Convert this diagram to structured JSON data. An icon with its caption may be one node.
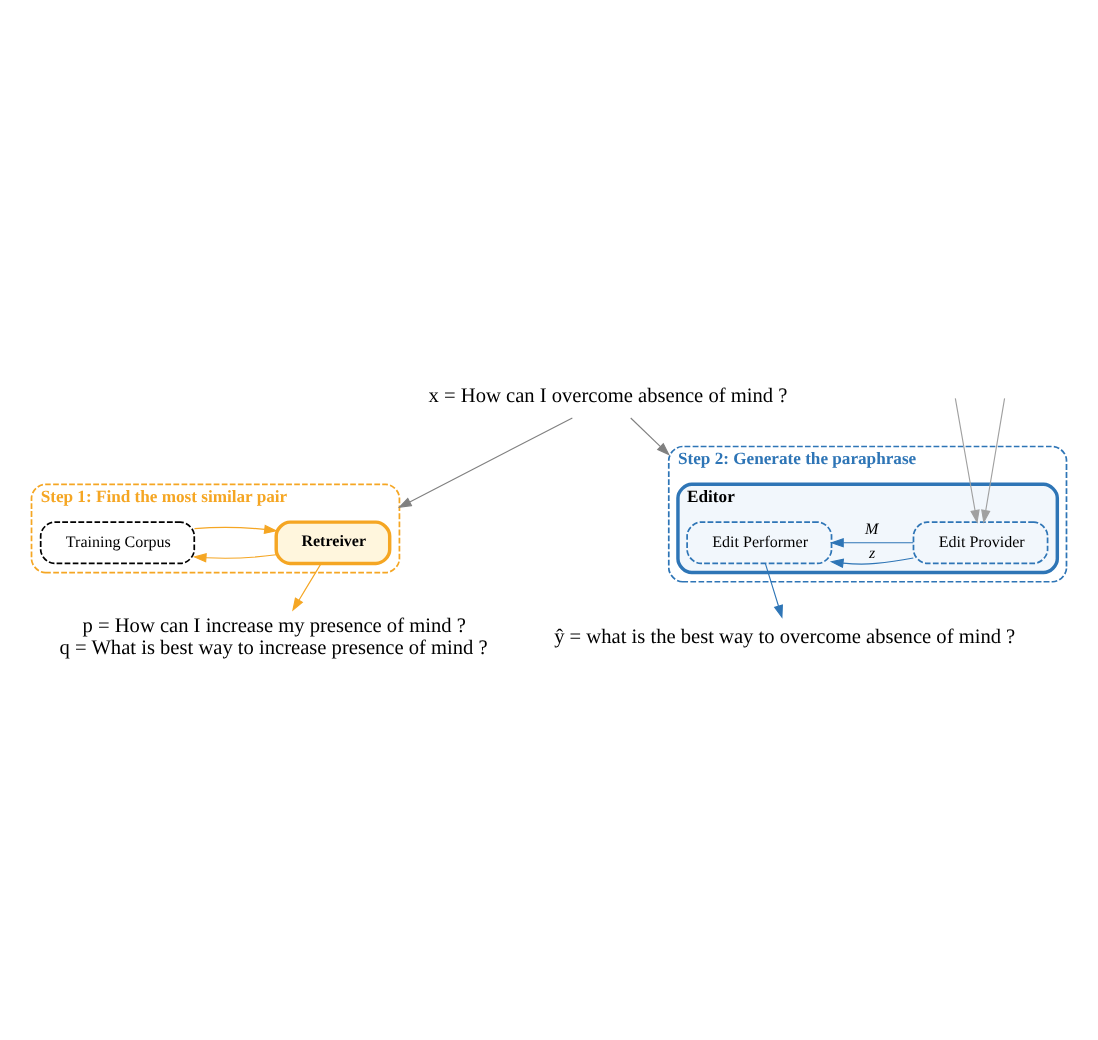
{
  "diagram": {
    "nodes": [
      {
        "text": [
          "x = How can I overcome absence of mind ?"
        ]
      },
      {
        "text": [
          "Step 1: Find the most similar pair"
        ]
      },
      {
        "text": [
          "Retreiver"
        ],
        "in": 1
      },
      {
        "text": [
          "Training Corpus"
        ],
        "in": 1
      },
      {
        "text": [
          "p = How can I increase my presence of mind ?",
          "q = What is best way to increase presence of mind ?"
        ]
      },
      {
        "text": [
          "Step 2: Generate the paraphrase"
        ]
      },
      {
        "text": [
          "Editor"
        ],
        "in": 5
      },
      {
        "text": [
          "Edit Performer"
        ],
        "in": 6
      },
      {
        "text": [
          "Edit Provider"
        ],
        "in": 6
      },
      {
        "text": [
          "ŷ = what is the best way to overcome absence of mind ?"
        ]
      }
    ],
    "edges": [
      {
        "from": 0,
        "to": 1,
        "arrow": "to",
        "color": "#808080"
      },
      {
        "from": 2,
        "to": 3,
        "arrow": "to",
        "color": "#f5a623"
      },
      {
        "from": 3,
        "to": 2,
        "arrow": "to",
        "color": "#f5a623"
      },
      {
        "from": 2,
        "to": 4,
        "arrow": "to",
        "color": "#f5a623"
      },
      {
        "from": 0,
        "to": 5,
        "arrow": "to",
        "color": "#808080"
      },
      {
        "from": null,
        "to": 8,
        "arrow": "to",
        "color": "#a0a0a0"
      },
      {
        "from": null,
        "to": 8,
        "arrow": "to",
        "color": "#a0a0a0"
      },
      {
        "from": 8,
        "to": 7,
        "arrow": "to",
        "label": "M",
        "color": "#2e75b6"
      },
      {
        "from": 8,
        "to": 7,
        "arrow": "to",
        "label": "z",
        "color": "#2e75b6"
      },
      {
        "from": 7,
        "to": 9,
        "arrow": "to",
        "color": "#2e75b6"
      }
    ]
  }
}
